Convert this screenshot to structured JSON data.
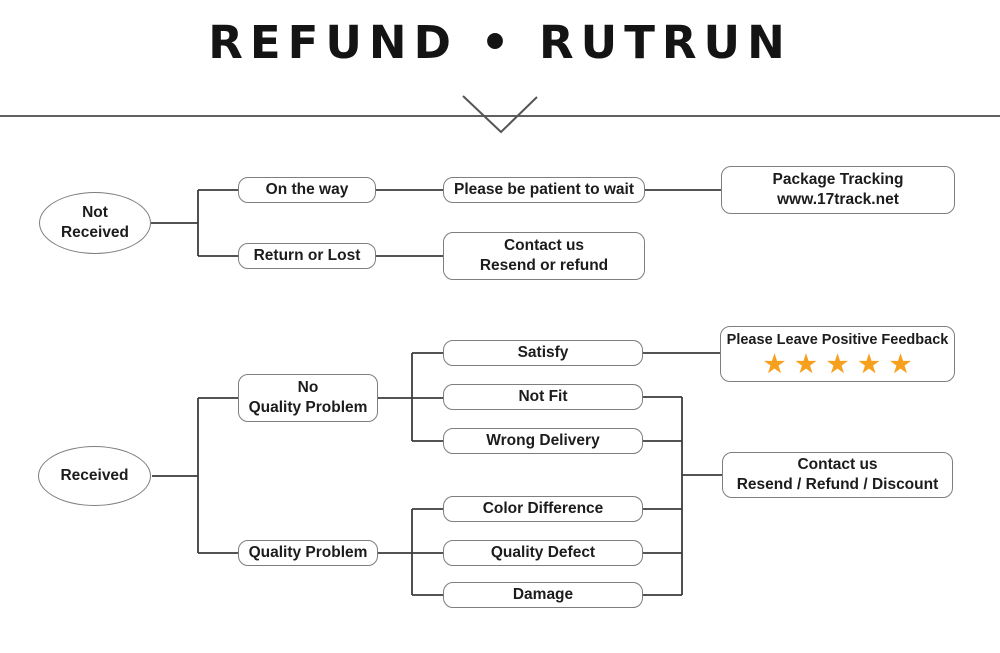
{
  "title": {
    "text": "REFUND • RUTRUN"
  },
  "colors": {
    "star": "#F6A01D",
    "box_border": "#7e7e7e",
    "connector": "#3d3d3d",
    "text": "#1c1c1c"
  },
  "flow1": {
    "start": {
      "line1": "Not",
      "line2": "Received"
    },
    "on_the_way": "On the way",
    "return_or_lost": "Return or Lost",
    "be_patient": "Please be patient to wait",
    "package_tracking": {
      "line1": "Package Tracking",
      "line2": "www.17track.net"
    },
    "contact_resend": {
      "line1": "Contact us",
      "line2": "Resend or refund"
    }
  },
  "flow2": {
    "start": "Received",
    "no_quality_problem": {
      "line1": "No",
      "line2": "Quality Problem"
    },
    "quality_problem": "Quality Problem",
    "satisfy": "Satisfy",
    "not_fit": "Not Fit",
    "wrong_delivery": "Wrong Delivery",
    "color_difference": "Color Difference",
    "quality_defect": "Quality Defect",
    "damage": "Damage",
    "feedback": {
      "label": "Please Leave Positive Feedback",
      "stars": 5
    },
    "contact": {
      "line1": "Contact us",
      "line2": "Resend / Refund / Discount"
    }
  }
}
